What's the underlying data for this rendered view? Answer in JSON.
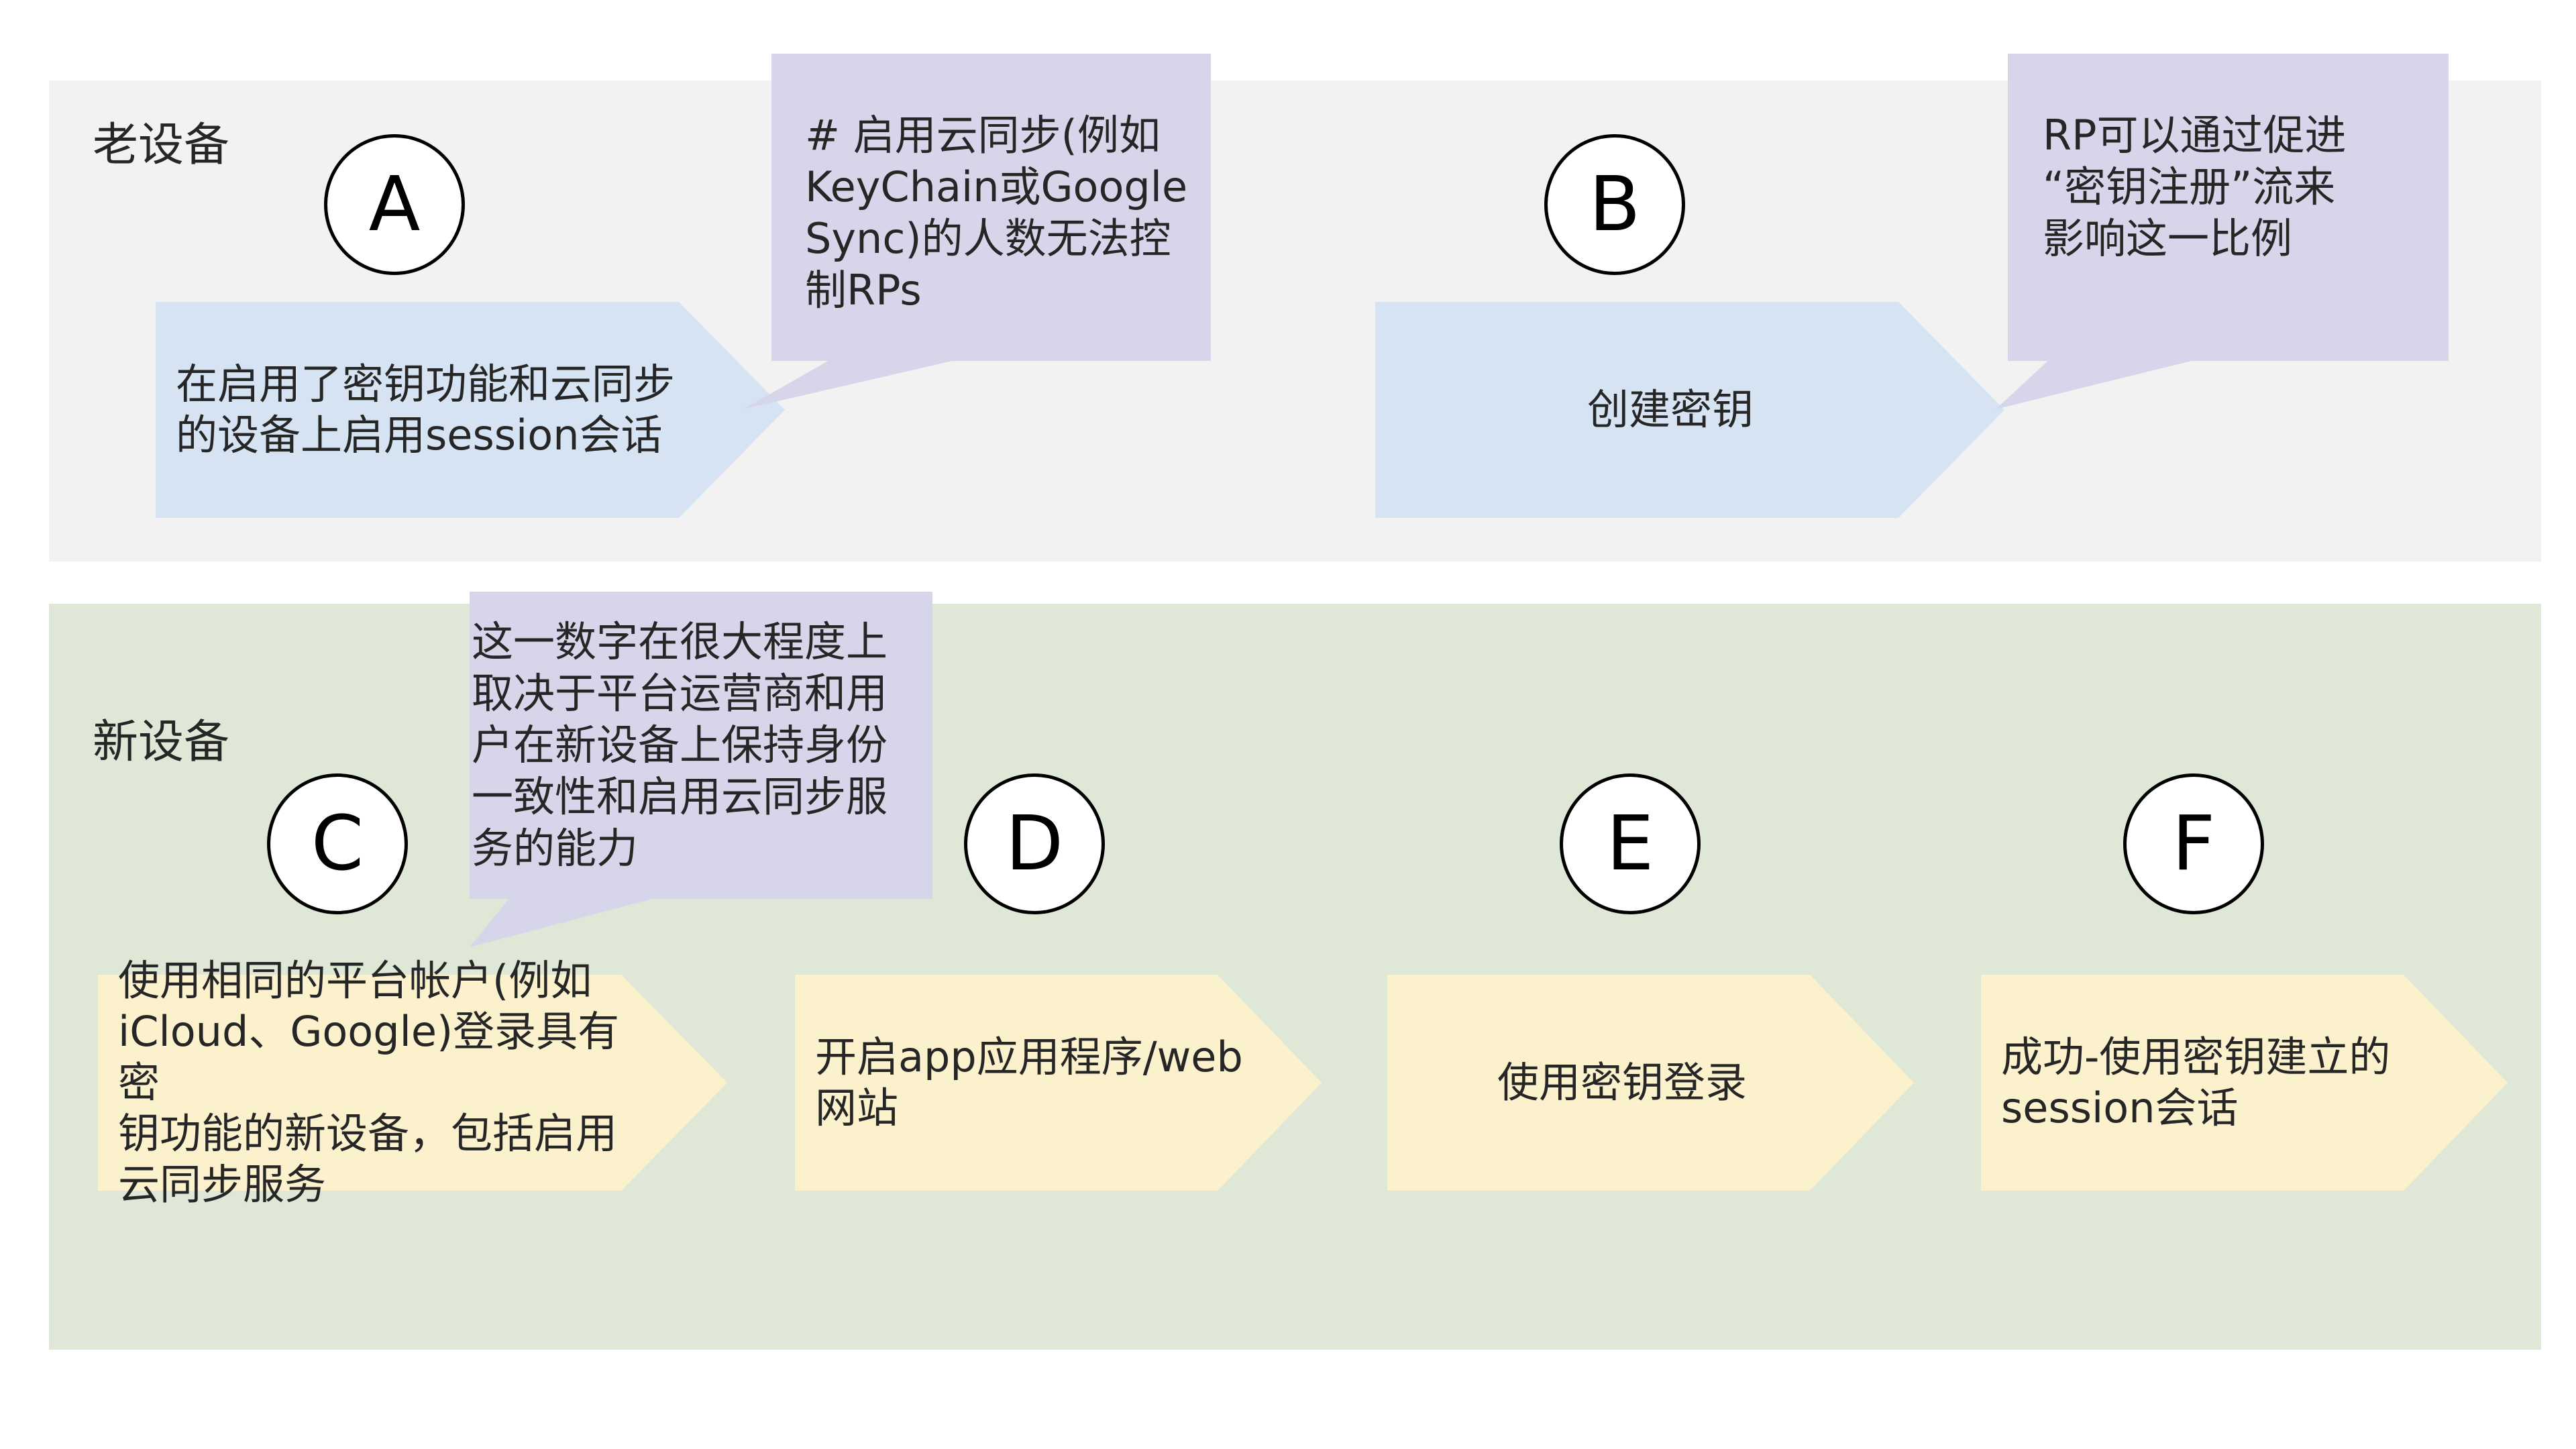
{
  "colors": {
    "old_region_bg": "#f2f2f2",
    "new_region_bg": "#dfe8d6",
    "blue_step": "#d6e3f2",
    "yellow_step": "#fbf1cc",
    "callout": "#d7d5ea",
    "circle_border": "#000000"
  },
  "regions": {
    "old_device": {
      "label": "老设备"
    },
    "new_device": {
      "label": "新设备"
    }
  },
  "steps": {
    "A": {
      "marker": "A",
      "text": "在启用了密钥功能和云同步\n的设备上启用session会话"
    },
    "B": {
      "marker": "B",
      "text": "创建密钥"
    },
    "C": {
      "marker": "C",
      "text": "使用相同的平台帐户(例如\niCloud、Google)登录具有密\n钥功能的新设备，包括启用\n云同步服务"
    },
    "D": {
      "marker": "D",
      "text": "开启app应用程序/web\n网站"
    },
    "E": {
      "marker": "E",
      "text": "使用密钥登录"
    },
    "F": {
      "marker": "F",
      "text": "成功-使用密钥建立的\nsession会话"
    }
  },
  "callouts": {
    "cloud_sync": {
      "text": "# 启用云同步(例如\nKeyChain或Google\nSync)的人数无法控\n制RPs"
    },
    "rp_ratio": {
      "text": "RP可以通过促进\n  “密钥注册”流来\n影响这一比例"
    },
    "platform_identity": {
      "text": "这一数字在很大程度上\n取决于平台运营商和用\n户在新设备上保持身份\n一致性和启用云同步服\n务的能力"
    }
  }
}
